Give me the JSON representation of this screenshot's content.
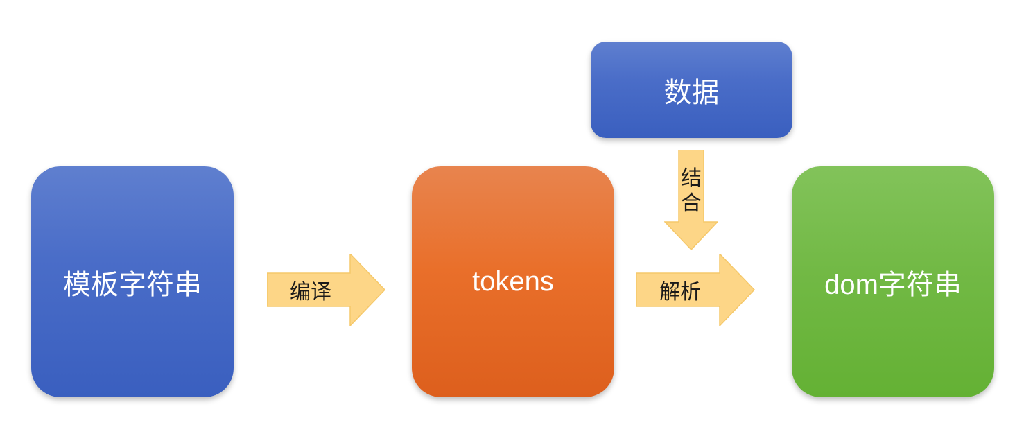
{
  "diagram": {
    "nodes": {
      "template_string": {
        "label": "模板字符串",
        "color": "#4a6dc8"
      },
      "tokens": {
        "label": "tokens",
        "color": "#e96f2a"
      },
      "dom_string": {
        "label": "dom字符串",
        "color": "#72b945"
      },
      "data": {
        "label": "数据",
        "color": "#4a6dc8"
      }
    },
    "edges": {
      "compile": {
        "from": "template_string",
        "to": "tokens",
        "label": "编译"
      },
      "parse": {
        "from": "tokens",
        "to": "dom_string",
        "label": "解析"
      },
      "combine": {
        "from": "data",
        "to": "parse",
        "label_chars": [
          "结",
          "合"
        ]
      }
    },
    "arrow_fill": "#fdd687",
    "arrow_stroke": "#f5c86a"
  }
}
